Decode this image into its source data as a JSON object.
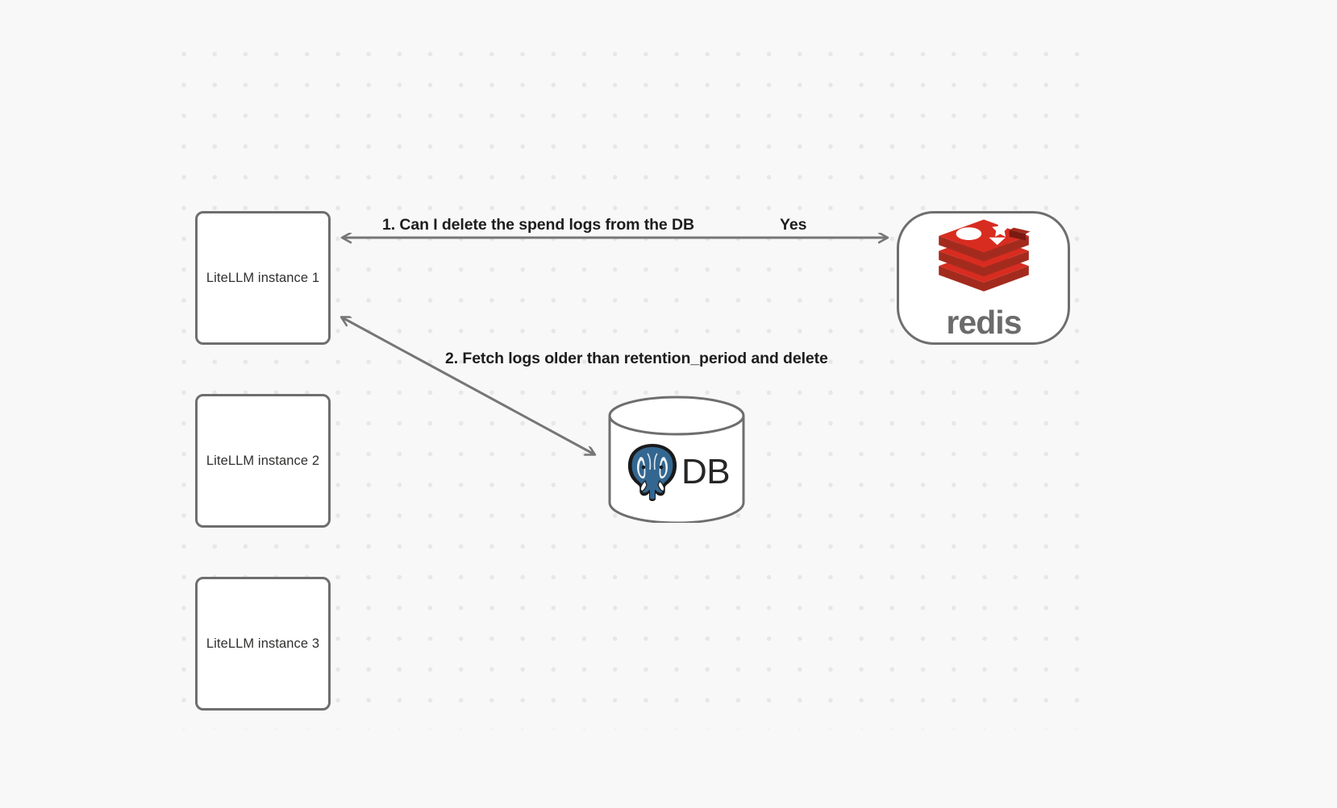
{
  "diagram": {
    "background_color": "#f8f8f9",
    "dot_color": "#e7e7ea",
    "stroke_color": "#6e6e6e",
    "nodes": [
      {
        "id": "litellm-1",
        "label": "LiteLLM instance 1",
        "shape": "rounded-rect"
      },
      {
        "id": "litellm-2",
        "label": "LiteLLM instance 2",
        "shape": "rounded-rect"
      },
      {
        "id": "litellm-3",
        "label": "LiteLLM instance 3",
        "shape": "rounded-rect"
      },
      {
        "id": "redis",
        "label": "redis",
        "shape": "stadium",
        "logo": "redis-logo-icon",
        "logo_color": "#d82c20"
      },
      {
        "id": "database",
        "label": "DB",
        "shape": "cylinder",
        "logo": "postgresql-elephant-icon",
        "logo_color": "#336791"
      }
    ],
    "edges": [
      {
        "id": "edge-1",
        "from": "litellm-1",
        "to": "redis",
        "label": "1.  Can I delete the spend logs from the DB",
        "reply_label": "Yes",
        "direction": "bidirectional"
      },
      {
        "id": "edge-2",
        "from": "litellm-1",
        "to": "database",
        "label": "2.  Fetch logs older than retention_period and delete",
        "direction": "bidirectional"
      }
    ]
  }
}
